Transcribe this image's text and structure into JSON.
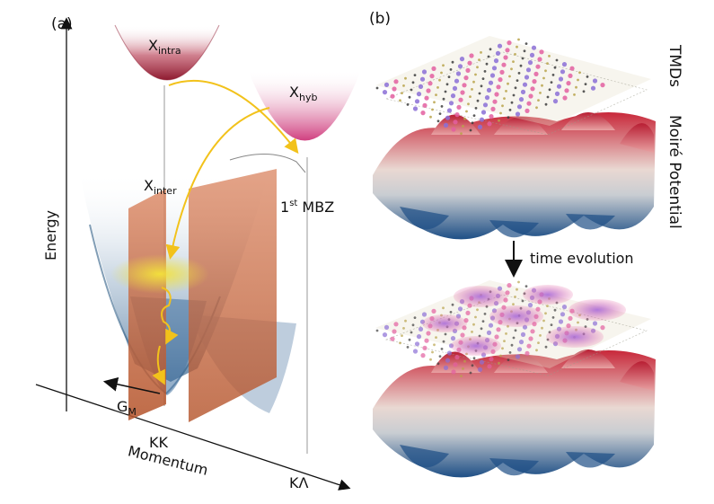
{
  "panel_a": {
    "tag": "(a)",
    "y_axis_label": "Energy",
    "x_axis_label": "Momentum",
    "x_intra": {
      "base": "X",
      "sub": "intra"
    },
    "x_hyb": {
      "base": "X",
      "sub": "hyb"
    },
    "x_inter": {
      "base": "X",
      "sub": "inter"
    },
    "mbz": {
      "prefix": "1",
      "sup": "st",
      "suffix": " MBZ"
    },
    "gm": {
      "base": "G",
      "sub": "M"
    },
    "kk_label": "KK",
    "klambda_label": "KΛ"
  },
  "panel_b": {
    "tag": "(b)",
    "tmds_label": "TMDs",
    "moire_label": "Moiré Potential",
    "time_label": "time evolution"
  },
  "colors": {
    "arrow_yellow": "#f2c21b",
    "intra_band": "#a5243a",
    "hyb_band": "#d8578a",
    "inter_band": "#3f6f9e",
    "plane_orange": "#c9602f",
    "moire_red": "#c8283a",
    "moire_blue": "#1e4f86"
  }
}
